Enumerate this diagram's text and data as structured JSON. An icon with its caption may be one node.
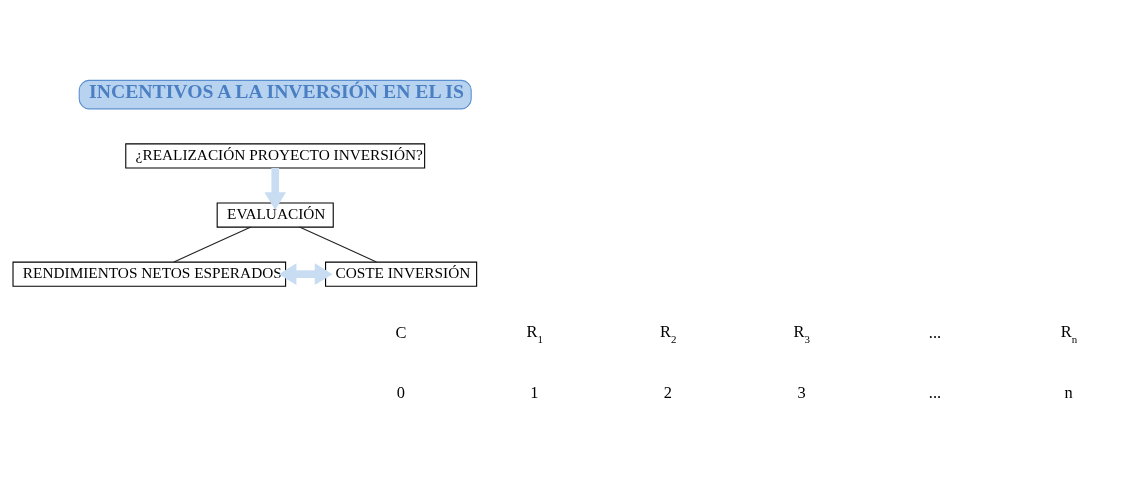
{
  "diagram": {
    "nodes": [
      {
        "text": [
          "INCENTIVOS A LA INVERSIÓN EN EL IS"
        ]
      },
      {
        "text": [
          "¿REALIZACIÓN PROYECTO INVERSIÓN?"
        ]
      },
      {
        "text": [
          "EVALUACIÓN"
        ]
      },
      {
        "text": [
          "RENDIMIENTOS NETOS ESPERADOS"
        ]
      },
      {
        "text": [
          "COSTE INVERSIÓN"
        ]
      }
    ],
    "edges": [
      {
        "from": 1,
        "to": 2,
        "arrow": "to",
        "style": "thick",
        "color": "#c9ddf2"
      },
      {
        "from": 2,
        "to": 3,
        "arrow": "none",
        "color": "#222222"
      },
      {
        "from": 2,
        "to": 4,
        "arrow": "none",
        "color": "#222222"
      },
      {
        "from": 3,
        "to": 4,
        "arrow": "both",
        "style": "thick",
        "color": "#c9ddf2"
      }
    ],
    "labels": [
      "C",
      "R$_{1}$",
      "R$_{2}$",
      "R$_{3}$",
      "...",
      "R$_{n}$",
      "0",
      "1",
      "2",
      "3",
      "...",
      "n"
    ]
  }
}
